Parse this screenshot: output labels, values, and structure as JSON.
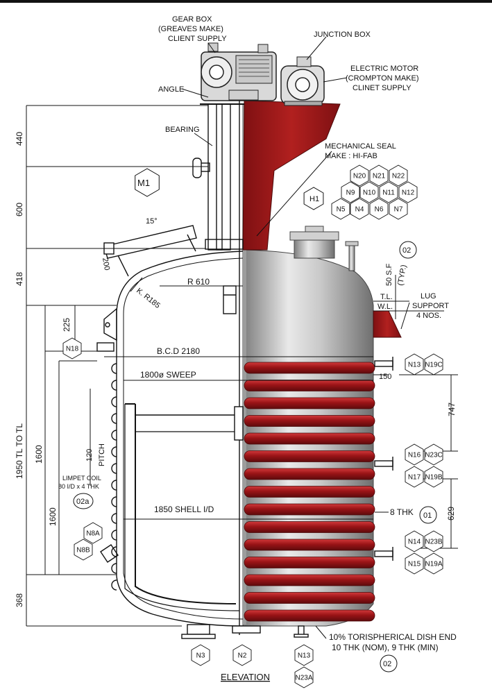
{
  "labels": {
    "gear_box_1": "GEAR BOX",
    "gear_box_2": "(GREAVES MAKE)",
    "gear_box_3": "CLIENT SUPPLY",
    "junction_box": "JUNCTION BOX",
    "motor_1": "ELECTRIC MOTOR",
    "motor_2": "(CROMPTON MAKE)",
    "motor_3": "CLINET SUPPLY",
    "angle": "ANGLE",
    "bearing": "BEARING",
    "seal_1": "MECHANICAL SEAL",
    "seal_2": "MAKE : HI-FAB",
    "m1": "M1",
    "h1": "H1",
    "angle_15": "15°",
    "dim_200": "200",
    "r610": "R 610",
    "kr185": "K. R185",
    "sf": "50 S.F",
    "typ": "(TYP.)",
    "tl": "T.L.",
    "wl": "W.L.",
    "lug_1": "LUG",
    "lug_2": "SUPPORT",
    "lug_3": "4 NOS.",
    "bcd": "B.C.D 2180",
    "sweep": "1800ø SWEEP",
    "dim_150": "150",
    "dim_747": "747",
    "dim_120": "120",
    "pitch": "PITCH",
    "limpet_1": "LIMPET COIL",
    "limpet_2": "80 I/D x 4 THK",
    "shell": "1850 SHELL I/D",
    "thk8": "8 THK",
    "dim_629": "629",
    "dish_1": "10% TORISPHERICAL DISH END",
    "dish_2": "10 THK (NOM), 9 THK (MIN)",
    "elevation": "ELEVATION",
    "dim_440": "440",
    "dim_600": "600",
    "dim_418": "418",
    "dim_225": "225",
    "dim_1950": "1950 TL TO TL",
    "dim_1600a": "1600",
    "dim_1600b": "1600",
    "dim_368": "368",
    "ref_02a": "02",
    "ref_02b": "02",
    "ref_01": "01",
    "ref_02a_coil": "02a"
  },
  "nozzles": {
    "n20": "N20",
    "n21": "N21",
    "n22": "N22",
    "n9": "N9",
    "n10": "N10",
    "n11": "N11",
    "n12": "N12",
    "n5": "N5",
    "n4": "N4",
    "n6": "N6",
    "n7": "N7",
    "n18": "N18",
    "n13a": "N13",
    "n19c": "N19C",
    "n16": "N16",
    "n23c": "N23C",
    "n17": "N17",
    "n19b": "N19B",
    "n14": "N14",
    "n23b": "N23B",
    "n15": "N15",
    "n19a": "N19A",
    "n8a": "N8A",
    "n8b": "N8B",
    "n3": "N3",
    "n2": "N2",
    "n13b": "N13",
    "n23a": "N23A"
  },
  "colors": {
    "steel": "#b9b9b9",
    "coil": "#a3191c",
    "line": "#111111"
  }
}
